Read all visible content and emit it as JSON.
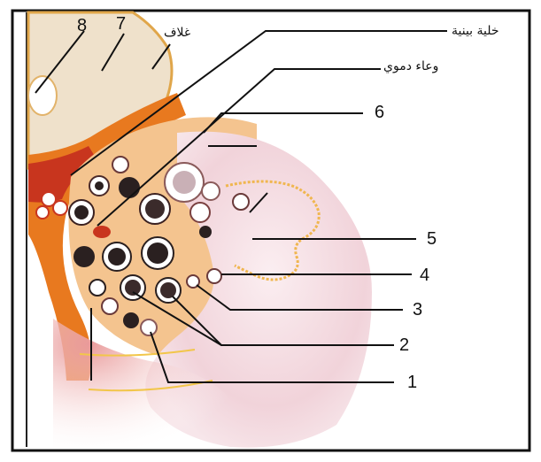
{
  "diagram": {
    "labels": {
      "n1": "1",
      "n2": "2",
      "n3": "3",
      "n4": "4",
      "n5": "5",
      "n6": "6",
      "n7": "7",
      "n8": "8",
      "sheath": "غلاف",
      "interstitial_cell": "خلية بينية",
      "blood_vessel": "وعاء دموي"
    },
    "colors": {
      "frame": "#111111",
      "tissue_orange": "#e8791f",
      "tissue_red": "#c8351e",
      "pale_tissue": "#efe3cf",
      "lumen_pink": "#f3d9de",
      "yellow_fiber": "#f2c64a",
      "cell_dark": "#2a2020"
    }
  }
}
